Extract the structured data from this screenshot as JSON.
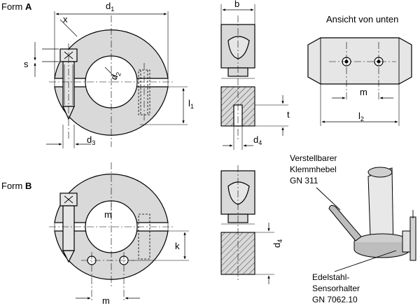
{
  "form_a": {
    "prefix": "Form ",
    "letter": "A"
  },
  "form_b": {
    "prefix": "Form ",
    "letter": "B"
  },
  "view_from_below": "Ansicht von unten",
  "dimensions": {
    "d1": {
      "main": "d",
      "sub": "1"
    },
    "d2": {
      "main": "d",
      "sub": "2"
    },
    "d3": {
      "main": "d",
      "sub": "3"
    },
    "d4_a": {
      "main": "d",
      "sub": "4"
    },
    "d4_b": {
      "main": "d",
      "sub": "4"
    },
    "x": "x",
    "s": "s",
    "l1": {
      "main": "l",
      "sub": "1"
    },
    "l2": {
      "main": "l",
      "sub": "2"
    },
    "b": "b",
    "t": "t",
    "m_a": "m",
    "m_b": "m",
    "m_bottom": "m",
    "k": "k"
  },
  "callout_lever": [
    "Verstellbarer",
    "Klemmhebel",
    "GN 311"
  ],
  "callout_sensor": [
    "Edelstahl-",
    "Sensorhalter",
    "GN 7062.10"
  ]
}
